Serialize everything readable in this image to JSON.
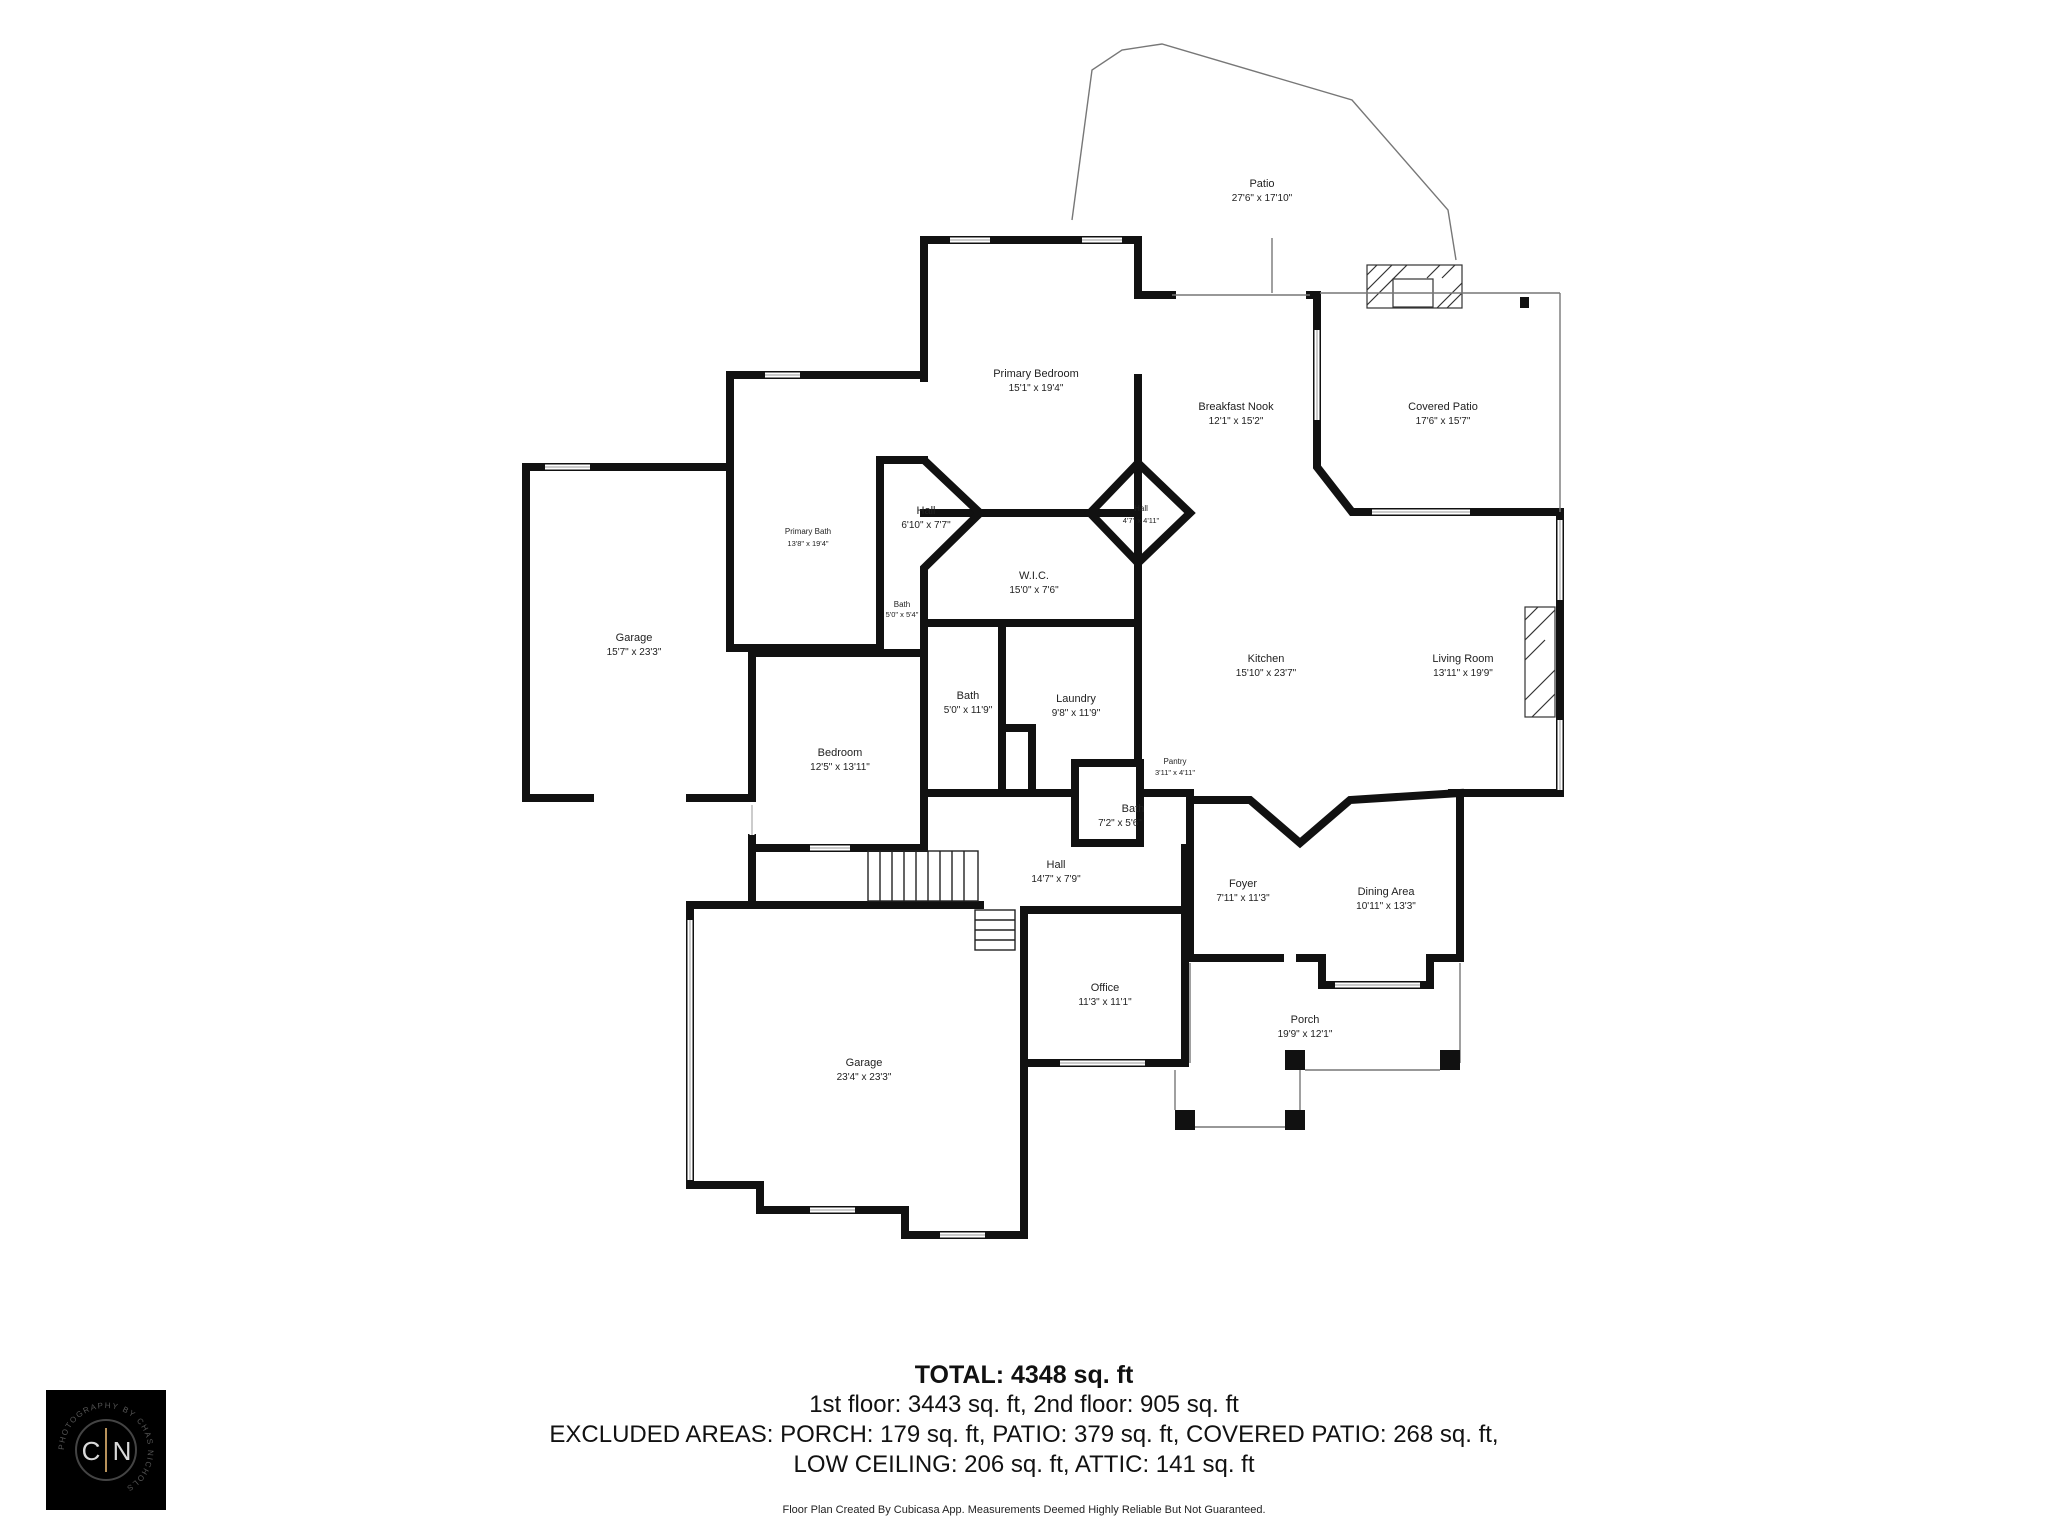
{
  "rooms": {
    "patio": {
      "name": "Patio",
      "dims": "27'6\" x 17'10\""
    },
    "primary_bedroom": {
      "name": "Primary Bedroom",
      "dims": "15'1\" x 19'4\""
    },
    "breakfast_nook": {
      "name": "Breakfast Nook",
      "dims": "12'1\" x 15'2\""
    },
    "covered_patio": {
      "name": "Covered Patio",
      "dims": "17'6\" x 15'7\""
    },
    "primary_bath": {
      "name": "Primary Bath",
      "dims": "13'8\" x 19'4\""
    },
    "hall_1": {
      "name": "Hall",
      "dims": "6'10\" x 7'7\""
    },
    "hall_2": {
      "name": "Hall",
      "dims": "4'7\" x 4'11\""
    },
    "wic": {
      "name": "W.I.C.",
      "dims": "15'0\" x 7'6\""
    },
    "bath_small": {
      "name": "Bath",
      "dims": "5'0\" x 5'4\""
    },
    "garage_left": {
      "name": "Garage",
      "dims": "15'7\" x 23'3\""
    },
    "kitchen": {
      "name": "Kitchen",
      "dims": "15'10\" x 23'7\""
    },
    "living_room": {
      "name": "Living Room",
      "dims": "13'11\" x 19'9\""
    },
    "bath_2": {
      "name": "Bath",
      "dims": "5'0\" x 11'9\""
    },
    "laundry": {
      "name": "Laundry",
      "dims": "9'8\" x 11'9\""
    },
    "bedroom": {
      "name": "Bedroom",
      "dims": "12'5\" x 13'11\""
    },
    "pantry": {
      "name": "Pantry",
      "dims": "3'11\" x 4'11\""
    },
    "bath_3": {
      "name": "Bath",
      "dims": "7'2\" x 5'6\""
    },
    "hall_3": {
      "name": "Hall",
      "dims": "14'7\" x 7'9\""
    },
    "foyer": {
      "name": "Foyer",
      "dims": "7'11\" x 11'3\""
    },
    "dining_area": {
      "name": "Dining Area",
      "dims": "10'11\" x 13'3\""
    },
    "office": {
      "name": "Office",
      "dims": "11'3\" x 11'1\""
    },
    "porch": {
      "name": "Porch",
      "dims": "19'9\" x 12'1\""
    },
    "garage_main": {
      "name": "Garage",
      "dims": "23'4\" x 23'3\""
    }
  },
  "summary": {
    "total": "TOTAL: 4348 sq. ft",
    "floors": "1st floor: 3443 sq. ft, 2nd floor: 905 sq. ft",
    "excluded": "EXCLUDED AREAS: PORCH: 179 sq. ft, PATIO: 379 sq. ft, COVERED PATIO: 268 sq. ft,",
    "excluded_2": "LOW CEILING: 206 sq. ft, ATTIC: 141 sq. ft"
  },
  "disclaimer": "Floor Plan Created By Cubicasa App. Measurements Deemed Highly Reliable But Not Guaranteed.",
  "logo": {
    "initials_left": "C",
    "initials_right": "N",
    "ring_text": "PHOTOGRAPHY BY CHAS NICHOLS",
    "accent_color": "#b8925a"
  }
}
